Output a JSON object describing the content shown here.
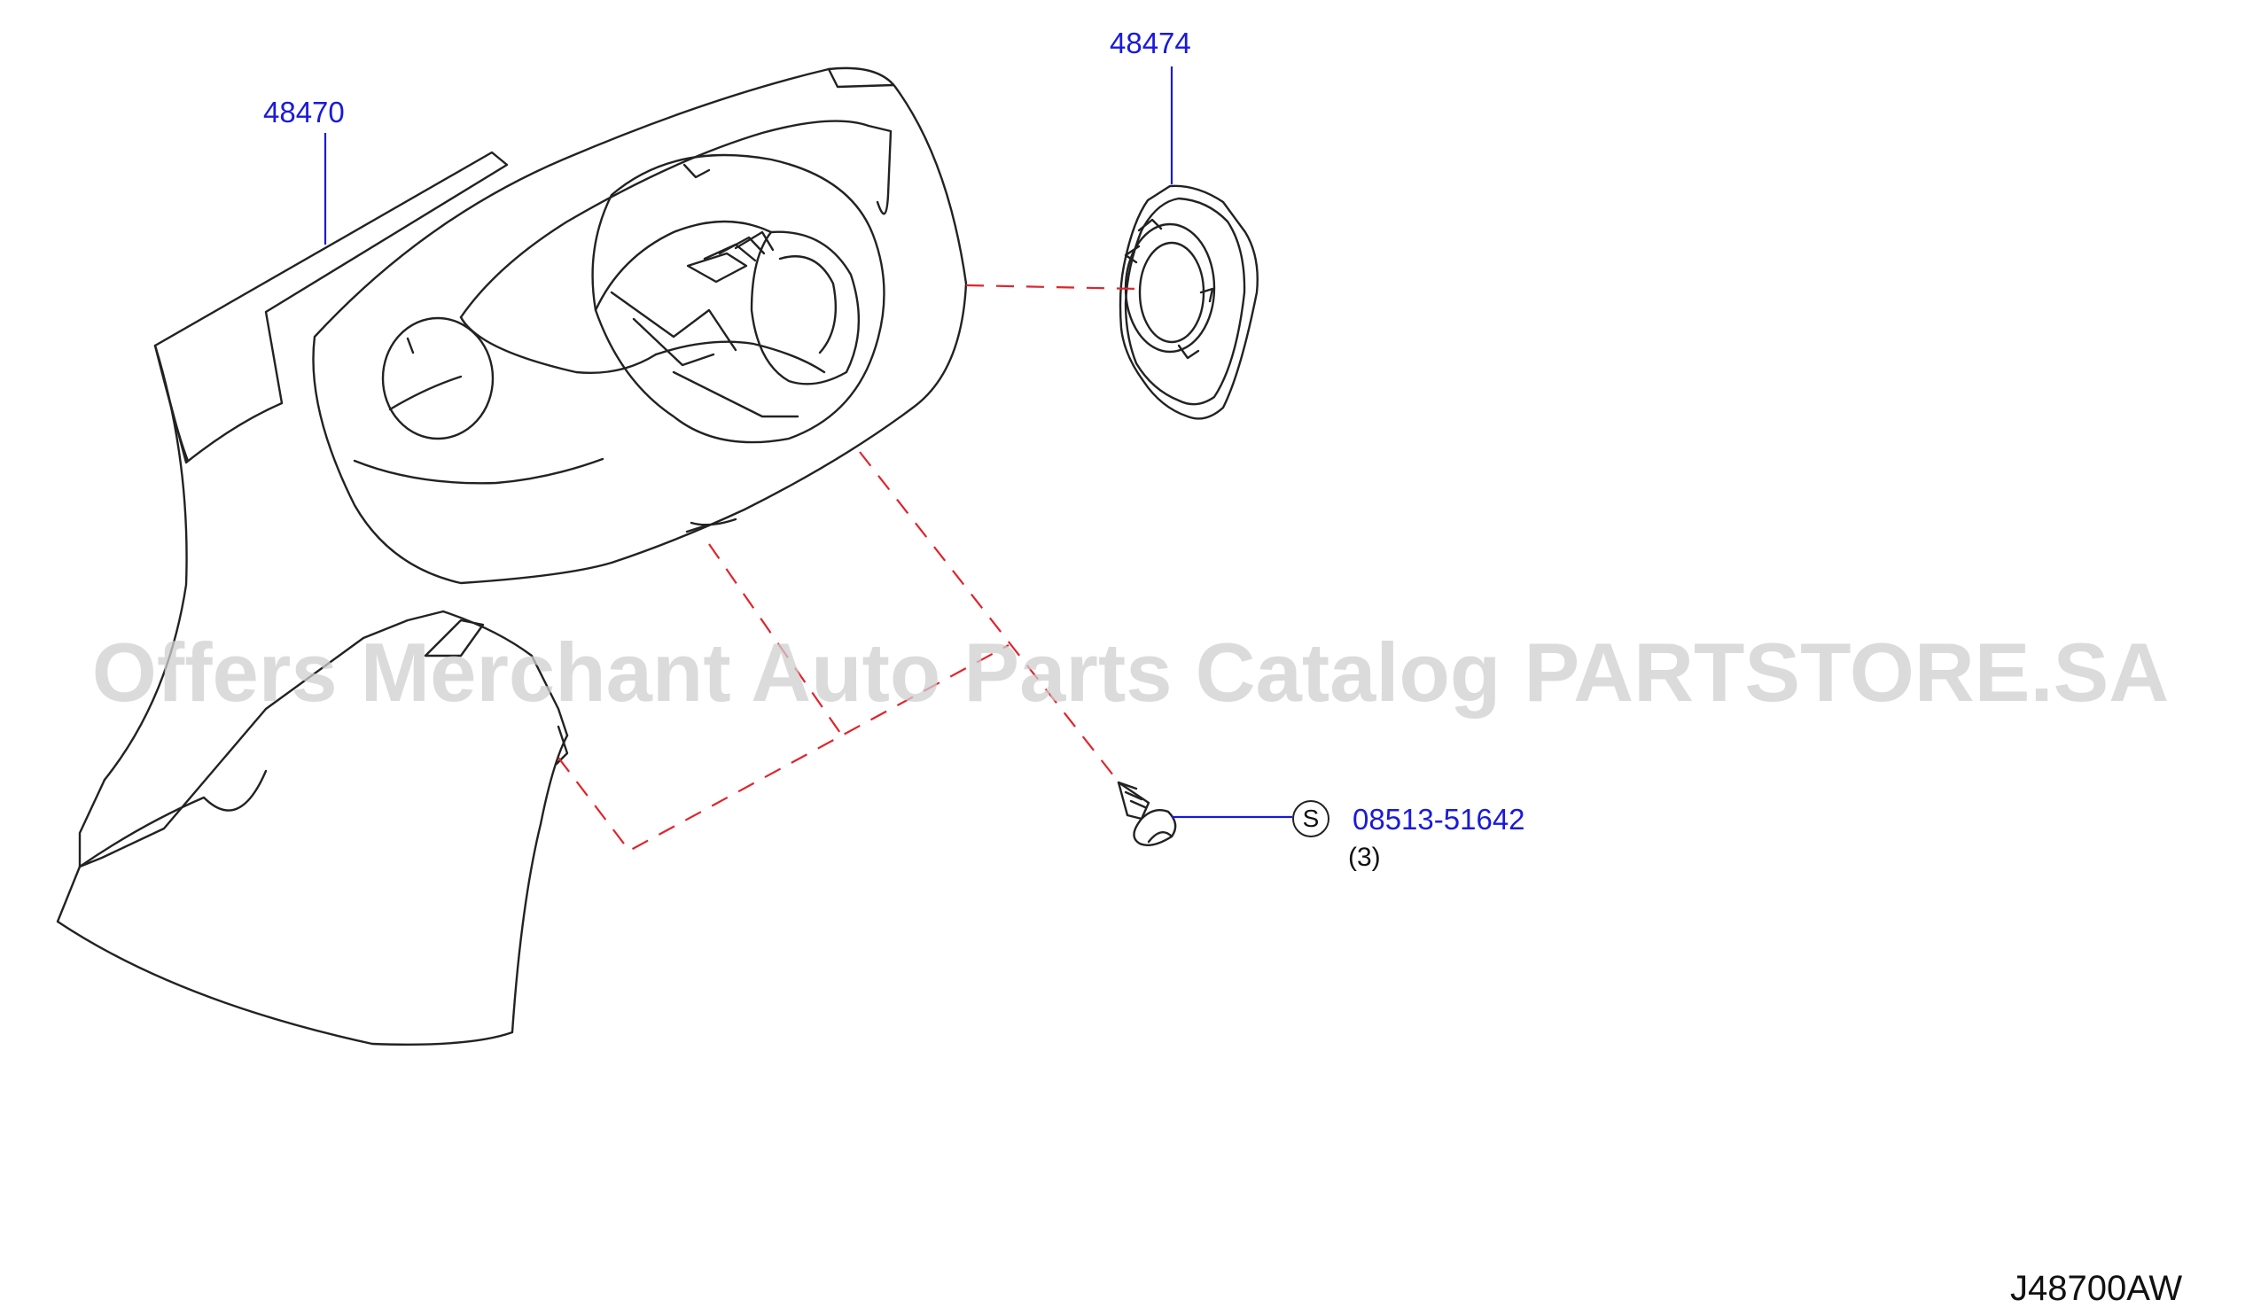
{
  "diagram": {
    "code": "J48700AW",
    "watermark": "Offers Merchant Auto Parts Catalog PARTSTORE.SA",
    "colors": {
      "label": "#1a1adb",
      "leader": "#1a1adb",
      "linework": "#222222",
      "dashed_guide": "#e0242c",
      "watermark": "#cfcfcf"
    },
    "parts": [
      {
        "number": "48470"
      },
      {
        "number": "48474"
      },
      {
        "number": "08513-51642",
        "symbol": "S",
        "quantity": "(3)"
      }
    ]
  }
}
